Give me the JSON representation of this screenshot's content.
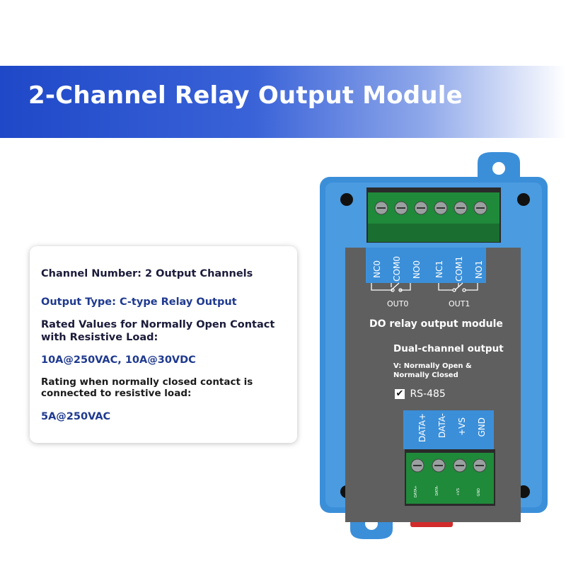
{
  "banner": {
    "title": "2-Channel Relay Output Module"
  },
  "specs": {
    "channel_number": "Channel Number: 2 Output Channels",
    "output_type": "Output Type: C-type Relay Output",
    "no_rated_label": "Rated Values for Normally Open Contact with Resistive Load:",
    "no_rated_value": "10A@250VAC, 10A@30VDC",
    "nc_rated_label": "Rating when normally closed contact is connected to resistive load:",
    "nc_rated_value": "5A@250VAC"
  },
  "device": {
    "terminals_top": [
      "NC0",
      "COM0",
      "NO0",
      "NC1",
      "COM1",
      "NO1"
    ],
    "out0": "OUT0",
    "out1": "OUT1",
    "module_name": "DO relay output module",
    "channel_desc": "Dual-channel output",
    "version_desc": "V: Normally Open & Normally Closed",
    "checkbox_mark": "✔",
    "interface": "RS-485",
    "terminals_bottom": [
      "DATA+",
      "DATA-",
      "+VS",
      "GND"
    ],
    "pcb_labels": [
      "DATA+",
      "DATA-",
      "+VS",
      "GND"
    ]
  },
  "colors": {
    "housing_blue": "#3b8fd9",
    "panel_gray": "#5f5f5f",
    "terminal_green": "#1f8a3a",
    "bracket_red": "#d22b2b",
    "spec_blue": "#1f3a8f"
  }
}
